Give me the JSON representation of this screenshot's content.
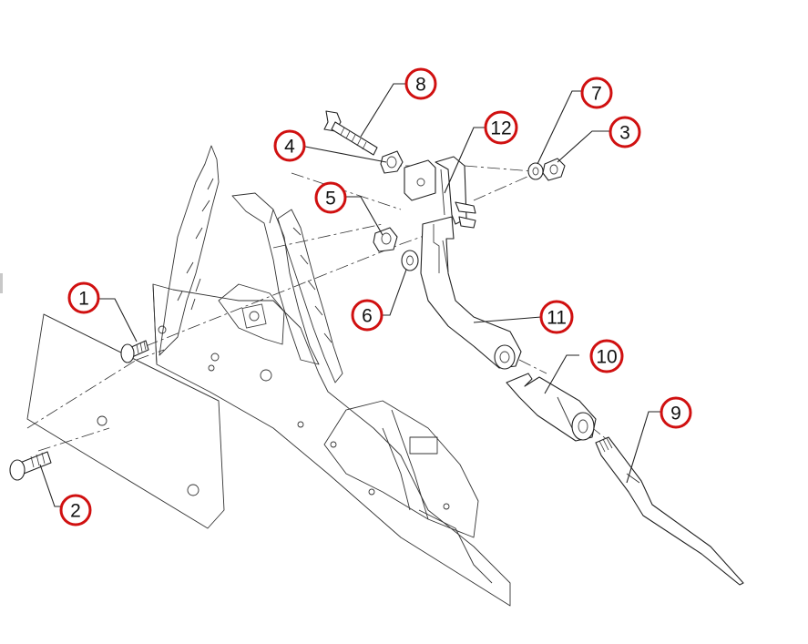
{
  "diagram": {
    "callouts": [
      {
        "id": "c1",
        "label": "1"
      },
      {
        "id": "c2",
        "label": "2"
      },
      {
        "id": "c3",
        "label": "3"
      },
      {
        "id": "c4",
        "label": "4"
      },
      {
        "id": "c5",
        "label": "5"
      },
      {
        "id": "c6",
        "label": "6"
      },
      {
        "id": "c7",
        "label": "7"
      },
      {
        "id": "c8",
        "label": "8"
      },
      {
        "id": "c9",
        "label": "9"
      },
      {
        "id": "c10",
        "label": "10"
      },
      {
        "id": "c11",
        "label": "11"
      },
      {
        "id": "c12",
        "label": "12"
      }
    ],
    "callout_ring_color": "#d01010",
    "line_color": "#222222"
  }
}
